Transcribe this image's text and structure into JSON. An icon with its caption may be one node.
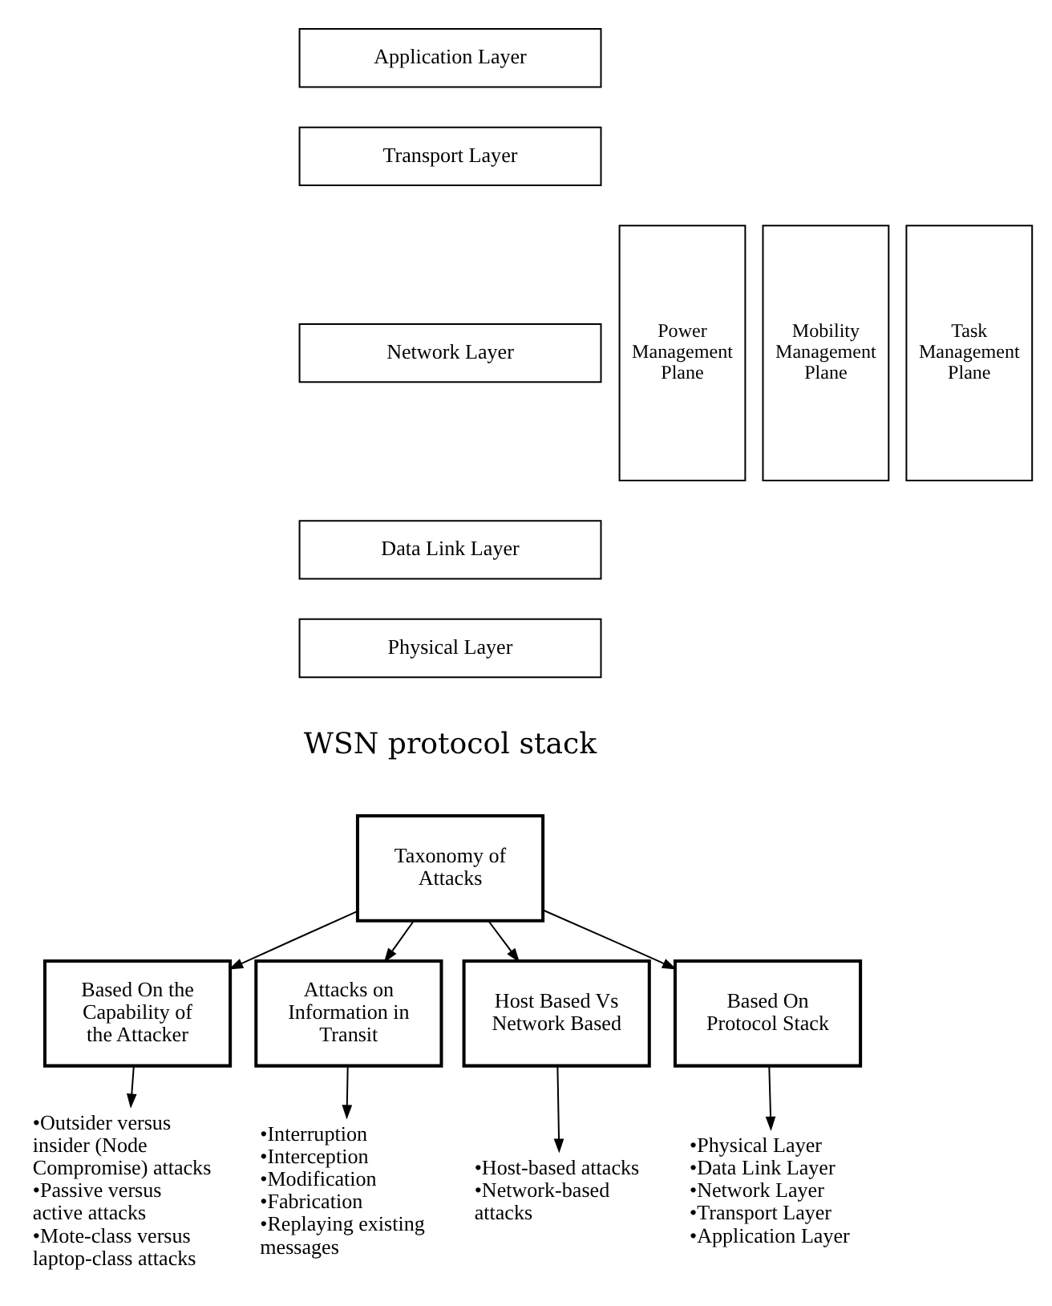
{
  "diagram": {
    "nodes": [
      {
        "text": [
          "Application Layer"
        ]
      },
      {
        "text": [
          "Transport Layer"
        ]
      },
      {
        "text": [
          "Network Layer"
        ]
      },
      {
        "text": [
          "Data Link Layer"
        ]
      },
      {
        "text": [
          "Physical Layer"
        ]
      },
      {
        "text": [
          "Power Management Plane"
        ]
      },
      {
        "text": [
          "Mobility Management Plane"
        ]
      },
      {
        "text": [
          "Task Management Plane"
        ]
      },
      {
        "text": [
          "Taxonomy of Attacks"
        ]
      },
      {
        "text": [
          "Based On the Capability of the Attacker"
        ]
      },
      {
        "text": [
          "Attacks on Information in Transit"
        ]
      },
      {
        "text": [
          "Host Based Vs Network Based"
        ]
      },
      {
        "text": [
          "Based On Protocol Stack"
        ]
      },
      {
        "text": [
          "•Outsider versus insider (Node Compromise) attacks",
          "•Passive versus active attacks",
          "•Mote-class versus laptop-class attacks"
        ]
      },
      {
        "text": [
          "•Interruption",
          "•Interception",
          "•Modification",
          "•Fabrication",
          "•Replaying existing messages"
        ]
      },
      {
        "text": [
          "•Host-based attacks",
          "•Network-based attacks"
        ]
      },
      {
        "text": [
          "•Physical Layer",
          "•Data Link Layer",
          "•Network Layer",
          "•Transport Layer",
          "•Application Layer"
        ]
      }
    ],
    "edges": [
      {
        "from": 8,
        "to": 9,
        "arrow": "to"
      },
      {
        "from": 8,
        "to": 10,
        "arrow": "to"
      },
      {
        "from": 8,
        "to": 11,
        "arrow": "to"
      },
      {
        "from": 8,
        "to": 12,
        "arrow": "to"
      },
      {
        "from": 9,
        "to": 13,
        "arrow": "to"
      },
      {
        "from": 10,
        "to": 14,
        "arrow": "to"
      },
      {
        "from": 11,
        "to": 15,
        "arrow": "to"
      },
      {
        "from": 12,
        "to": 16,
        "arrow": "to"
      }
    ],
    "labels": [
      "WSN protocol stack"
    ]
  }
}
